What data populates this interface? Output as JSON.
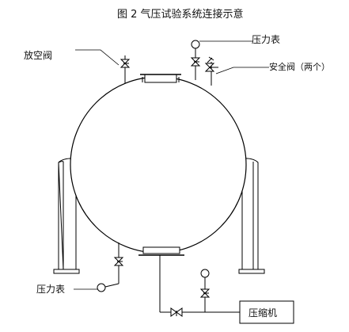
{
  "figure": {
    "title": "图 2    气压试验系统连接示意"
  },
  "labels": {
    "vent_valve": "放空阀",
    "pressure_gauge_top": "压力表",
    "safety_valve": "安全阀（两个）",
    "pressure_gauge_bottom": "压力表",
    "compressor": "压缩机"
  }
}
